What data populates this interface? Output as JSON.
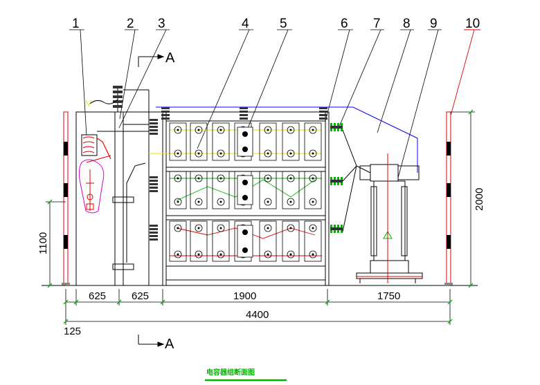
{
  "callouts": [
    "1",
    "2",
    "3",
    "4",
    "5",
    "6",
    "7",
    "8",
    "9",
    "10"
  ],
  "section_marker": {
    "top": "A",
    "bottom": "A"
  },
  "dimensions": {
    "bottom_row": [
      "625",
      "625",
      "1900",
      "1750"
    ],
    "total": "4400",
    "offset": "125",
    "height_left": "1100",
    "height_right": "2000"
  },
  "drawing_title": "电容器组断面图",
  "colors": {
    "line": "#000000",
    "red": "#e00000",
    "yellow": "#e6e600",
    "green": "#00b400",
    "blue": "#0000ff",
    "magenta": "#d000d0"
  }
}
